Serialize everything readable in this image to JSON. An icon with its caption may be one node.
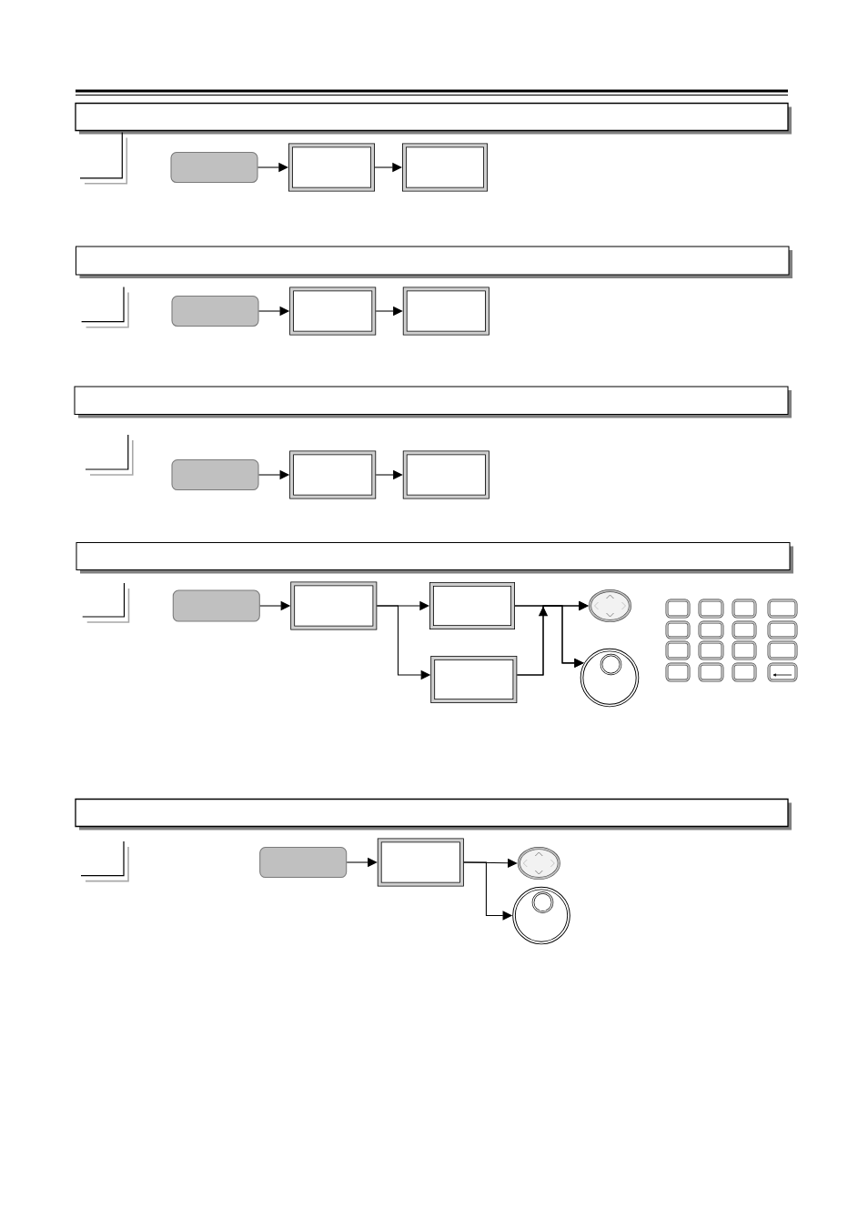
{
  "diagram": {
    "nodes": [
      {
        "text": [],
        "shape": "box"
      },
      {
        "text": [],
        "shape": "box"
      },
      {
        "text": [],
        "shape": "box"
      },
      {
        "text": [],
        "shape": "box"
      },
      {
        "text": [],
        "shape": "box"
      },
      {
        "text": [],
        "shape": "box"
      },
      {
        "text": [],
        "shape": "box"
      },
      {
        "text": [],
        "shape": "box"
      },
      {
        "text": [],
        "shape": "box"
      },
      {
        "text": [],
        "shape": "box"
      },
      {
        "text": [],
        "shape": "box"
      },
      {
        "text": [],
        "shape": "box"
      },
      {
        "text": [],
        "shape": "box"
      },
      {
        "text": [],
        "shape": "picture"
      },
      {
        "text": [],
        "shape": "picture"
      },
      {
        "text": [],
        "shape": "box"
      },
      {
        "text": [],
        "shape": "box"
      },
      {
        "text": [],
        "shape": "picture"
      },
      {
        "text": [],
        "shape": "picture"
      }
    ],
    "edges": [
      {
        "from": 0,
        "to": 1,
        "arrow": "to"
      },
      {
        "from": 1,
        "to": 2,
        "arrow": "to"
      },
      {
        "from": 3,
        "to": 4,
        "arrow": "to"
      },
      {
        "from": 4,
        "to": 5,
        "arrow": "to"
      },
      {
        "from": 6,
        "to": 7,
        "arrow": "to"
      },
      {
        "from": 7,
        "to": 8,
        "arrow": "to"
      },
      {
        "from": 9,
        "to": 10,
        "arrow": "to"
      },
      {
        "from": 10,
        "to": 11,
        "arrow": "to"
      },
      {
        "from": 10,
        "to": 12,
        "arrow": "to"
      },
      {
        "from": 11,
        "to": 13,
        "arrow": "to"
      },
      {
        "from": 11,
        "to": 14,
        "arrow": "to"
      },
      {
        "from": 12,
        "to": 13,
        "arrow": "to"
      },
      {
        "from": 12,
        "to": 14,
        "arrow": "to"
      },
      {
        "from": 15,
        "to": 16,
        "arrow": "to"
      },
      {
        "from": 16,
        "to": 17,
        "arrow": "to"
      },
      {
        "from": 16,
        "to": 18,
        "arrow": "to"
      }
    ]
  }
}
